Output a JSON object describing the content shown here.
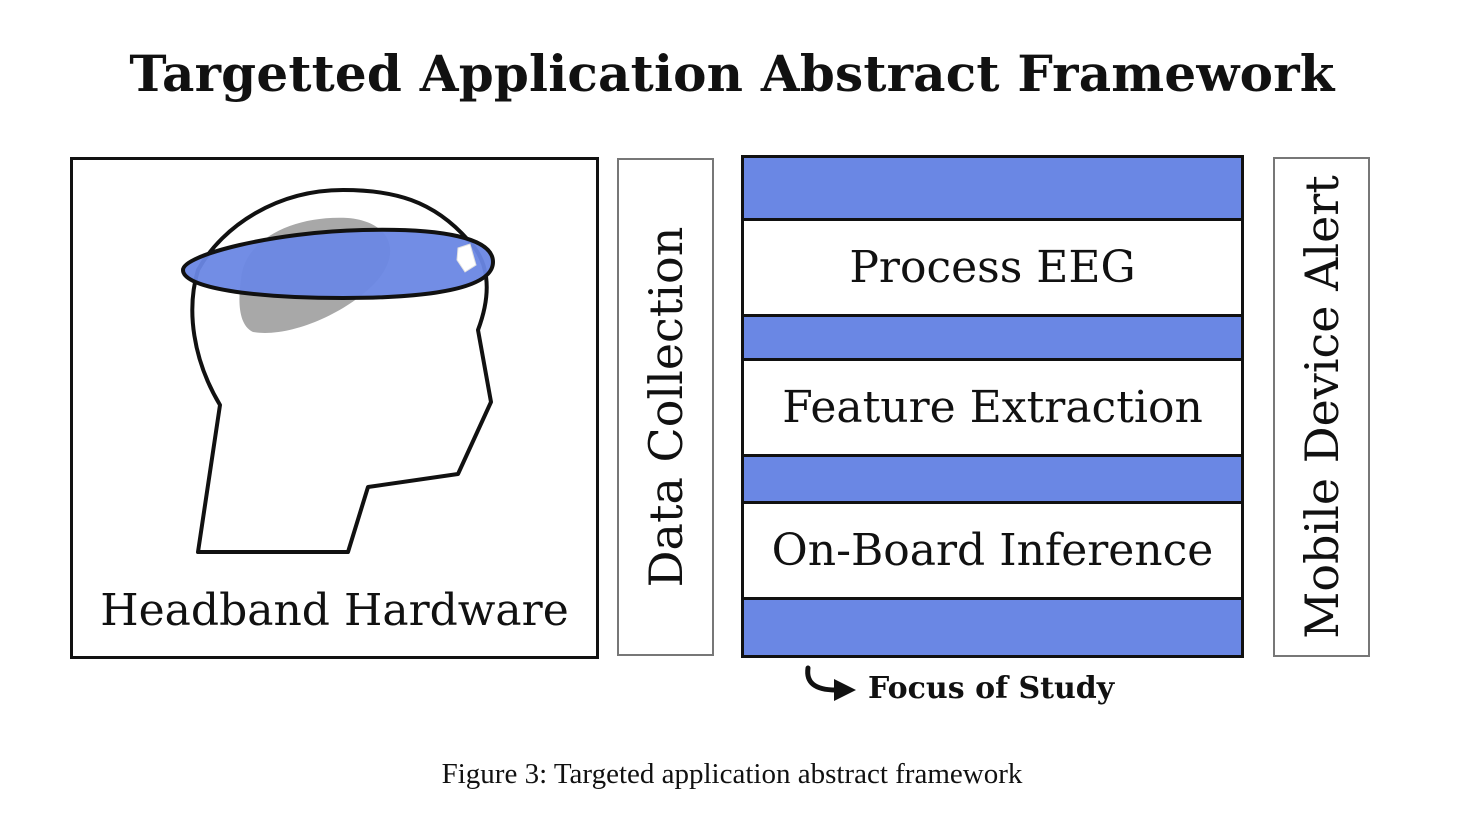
{
  "title": "Targetted Application Abstract Framework",
  "hardware": {
    "label": "Headband Hardware"
  },
  "data_collection": {
    "label": "Data Collection"
  },
  "stages": [
    {
      "label": "Process EEG"
    },
    {
      "label": "Feature Extraction"
    },
    {
      "label": "On-Board Inference"
    }
  ],
  "mobile_alert": {
    "label": "Mobile Device Alert"
  },
  "focus": {
    "label": "Focus of Study"
  },
  "caption": "Figure 3: Targeted application abstract framework",
  "colors": {
    "band_fill": "#6a87e4",
    "brain_fill": "#a8a8a8",
    "outline": "#111111"
  }
}
